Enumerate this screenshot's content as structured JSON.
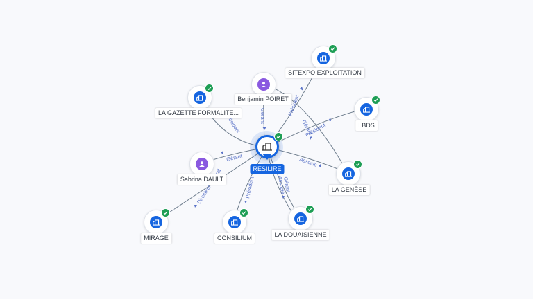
{
  "center": {
    "label": "RESILIRE",
    "icon": "building-icon"
  },
  "nodes": [
    {
      "id": "gazette",
      "label": "LA GAZETTE FORMALITE...",
      "kind": "company",
      "verified": true
    },
    {
      "id": "poiret",
      "label": "Benjamin POIRET",
      "kind": "person",
      "verified": false
    },
    {
      "id": "sitexpo",
      "label": "SITEXPO EXPLOITATION",
      "kind": "company",
      "verified": true
    },
    {
      "id": "lbds",
      "label": "LBDS",
      "kind": "company",
      "verified": true
    },
    {
      "id": "dault",
      "label": "Sabrina DAULT",
      "kind": "person",
      "verified": false
    },
    {
      "id": "genese",
      "label": "LA GENÈSE",
      "kind": "company",
      "verified": true
    },
    {
      "id": "mirage",
      "label": "MIRAGE",
      "kind": "company",
      "verified": true
    },
    {
      "id": "consilium",
      "label": "CONSILIUM",
      "kind": "company",
      "verified": true
    },
    {
      "id": "douaisienne",
      "label": "LA DOUAISIENNE",
      "kind": "company",
      "verified": true
    }
  ],
  "edge_labels": {
    "gazette": "Président",
    "poiret_center": "Gérant",
    "sitexpo": "Président",
    "poiret_genese": "Gérant",
    "lbds": "Président",
    "genese": "Associé",
    "dault": "Gérant",
    "mirage": "Directeur général",
    "consilium": "Président",
    "douaisienne_1": "Gérant",
    "douaisienne_2": "Associé"
  },
  "colors": {
    "company": "#1565e0",
    "person": "#8a59e0",
    "verified": "#1e9e55",
    "edge_label": "#5b74c8"
  }
}
